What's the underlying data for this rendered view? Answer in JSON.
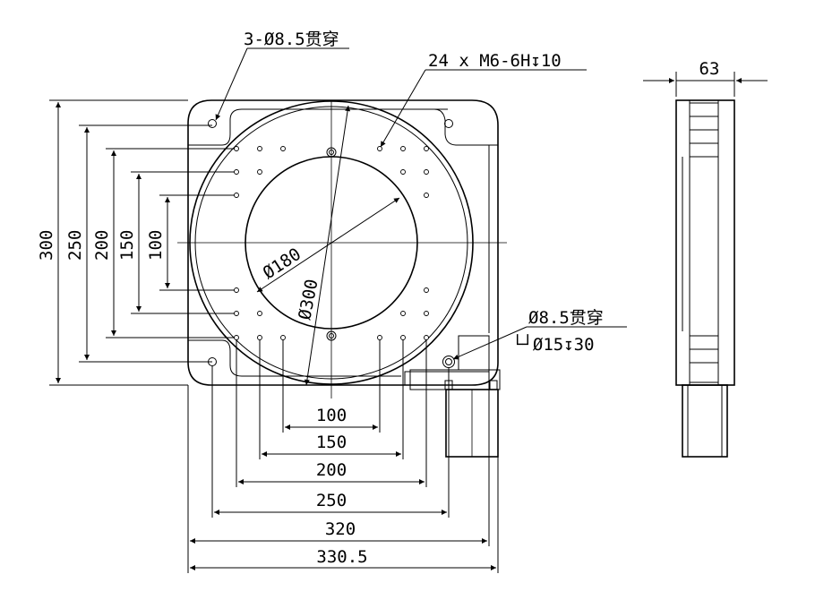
{
  "front_view": {
    "dia_180": "Ø180",
    "dia_300": "Ø300",
    "vertical_dims": [
      "300",
      "250",
      "200",
      "150",
      "100"
    ],
    "horizontal_dims": [
      "100",
      "150",
      "200",
      "250",
      "320",
      "330.5"
    ],
    "corner_hole_note": "3-Ø8.5贯穿",
    "thread_note": "24 x M6-6H↧10",
    "through_hole_note": "Ø8.5贯穿",
    "counterbore_note": "└┘Ø15↧30"
  },
  "side_view": {
    "thickness": "63"
  }
}
